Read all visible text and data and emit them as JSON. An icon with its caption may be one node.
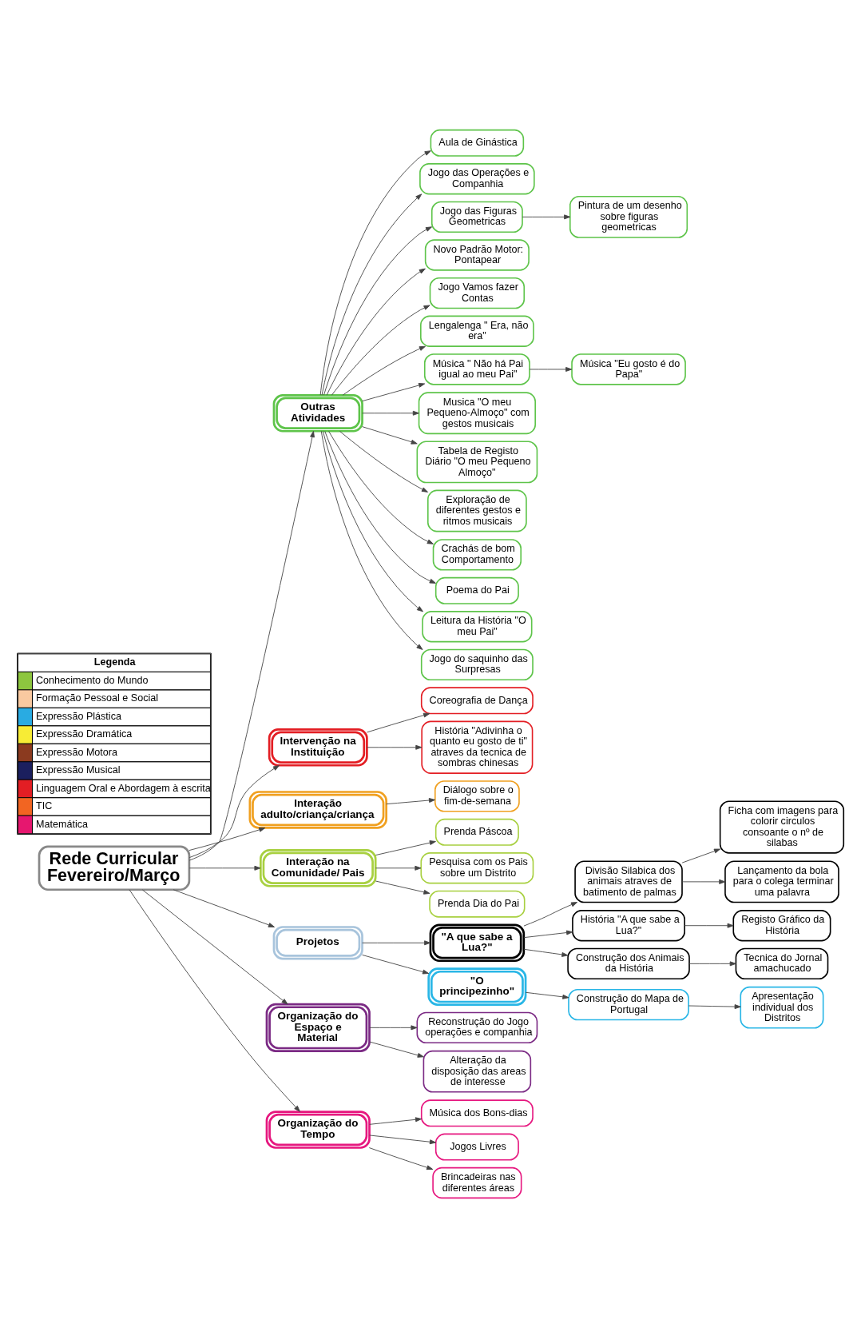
{
  "diagram": {
    "nodes": [
      {
        "text": [
          "Rede Curricular Fevereiro/Março"
        ]
      },
      {
        "text": [
          "Outras Atividades"
        ]
      },
      {
        "text": [
          "Aula de Ginástica"
        ]
      },
      {
        "text": [
          "Jogo das Operações e Companhia"
        ]
      },
      {
        "text": [
          "Jogo das Figuras Geometricas"
        ]
      },
      {
        "text": [
          "Pintura de um desenho sobre figuras geometricas"
        ]
      },
      {
        "text": [
          "Novo Padrão Motor: Pontapear"
        ]
      },
      {
        "text": [
          "Jogo Vamos fazer Contas"
        ]
      },
      {
        "text": [
          "Lengalenga \" Era, não era\""
        ]
      },
      {
        "text": [
          "Música \" Não há Pai igual ao meu Pai\""
        ]
      },
      {
        "text": [
          "Música \"Eu gosto é do Papa\""
        ]
      },
      {
        "text": [
          "Musica \"O meu Pequeno-Almoço\" com gestos musicais"
        ]
      },
      {
        "text": [
          "Tabela de Registo Diário \"O meu Pequeno Almoço\""
        ]
      },
      {
        "text": [
          "Exploração de diferentes gestos e ritmos musicais"
        ]
      },
      {
        "text": [
          "Crachás de bom Comportamento"
        ]
      },
      {
        "text": [
          "Poema do Pai"
        ]
      },
      {
        "text": [
          "Leitura da História \"O meu Pai\""
        ]
      },
      {
        "text": [
          "Jogo do saquinho das Surpresas"
        ]
      },
      {
        "text": [
          "Intervenção na Instituição"
        ]
      },
      {
        "text": [
          "Coreografia de Dança"
        ]
      },
      {
        "text": [
          "História \"Adivinha o quanto eu gosto de ti\" atraves da tecnica de sombras chinesas"
        ]
      },
      {
        "text": [
          "Interação adulto/criança/criança"
        ]
      },
      {
        "text": [
          "Diálogo sobre o fim-de-semana"
        ]
      },
      {
        "text": [
          "Interação na Comunidade/ Pais"
        ]
      },
      {
        "text": [
          "Prenda Páscoa"
        ]
      },
      {
        "text": [
          "Pesquisa com os Pais sobre um Distrito"
        ]
      },
      {
        "text": [
          "Prenda Dia do Pai"
        ]
      },
      {
        "text": [
          "Projetos"
        ]
      },
      {
        "text": [
          "\"A que sabe a Lua?\""
        ]
      },
      {
        "text": [
          "Divisão Silabica dos animais atraves de batimento de palmas"
        ]
      },
      {
        "text": [
          "Ficha com imagens para colorir circulos consoante o nº de silabas"
        ]
      },
      {
        "text": [
          "Lançamento da bola para o colega terminar uma palavra"
        ]
      },
      {
        "text": [
          "História \"A que sabe a Lua?\""
        ]
      },
      {
        "text": [
          "Registo Gráfico da História"
        ]
      },
      {
        "text": [
          "Construção dos Animais da História"
        ]
      },
      {
        "text": [
          "Tecnica do Jornal amachucado"
        ]
      },
      {
        "text": [
          "\"O principezinho\""
        ]
      },
      {
        "text": [
          "Construção do Mapa de Portugal"
        ]
      },
      {
        "text": [
          "Apresentação individual dos Distritos"
        ]
      },
      {
        "text": [
          "Organização do Espaço e Material"
        ]
      },
      {
        "text": [
          "Reconstrução do Jogo operações e companhia"
        ]
      },
      {
        "text": [
          "Alteração da disposição das areas de interesse"
        ]
      },
      {
        "text": [
          "Organização do Tempo"
        ]
      },
      {
        "text": [
          "Música dos Bons-dias"
        ]
      },
      {
        "text": [
          "Jogos Livres"
        ]
      },
      {
        "text": [
          "Brincadeiras nas diferentes áreas"
        ]
      }
    ],
    "edges": [
      {
        "from": 0,
        "to": 1,
        "arrow": "to"
      },
      {
        "from": 1,
        "to": 2,
        "arrow": "to"
      },
      {
        "from": 1,
        "to": 3,
        "arrow": "to"
      },
      {
        "from": 1,
        "to": 4,
        "arrow": "to"
      },
      {
        "from": 4,
        "to": 5,
        "arrow": "to"
      },
      {
        "from": 1,
        "to": 6,
        "arrow": "to"
      },
      {
        "from": 1,
        "to": 7,
        "arrow": "to"
      },
      {
        "from": 1,
        "to": 8,
        "arrow": "to"
      },
      {
        "from": 1,
        "to": 9,
        "arrow": "to"
      },
      {
        "from": 9,
        "to": 10,
        "arrow": "to"
      },
      {
        "from": 1,
        "to": 11,
        "arrow": "to"
      },
      {
        "from": 1,
        "to": 12,
        "arrow": "to"
      },
      {
        "from": 1,
        "to": 13,
        "arrow": "to"
      },
      {
        "from": 1,
        "to": 14,
        "arrow": "to"
      },
      {
        "from": 1,
        "to": 15,
        "arrow": "to"
      },
      {
        "from": 1,
        "to": 16,
        "arrow": "to"
      },
      {
        "from": 1,
        "to": 17,
        "arrow": "to"
      },
      {
        "from": 0,
        "to": 18,
        "arrow": "to"
      },
      {
        "from": 18,
        "to": 19,
        "arrow": "to"
      },
      {
        "from": 18,
        "to": 20,
        "arrow": "to"
      },
      {
        "from": 0,
        "to": 21,
        "arrow": "to"
      },
      {
        "from": 21,
        "to": 22,
        "arrow": "to"
      },
      {
        "from": 0,
        "to": 23,
        "arrow": "to"
      },
      {
        "from": 23,
        "to": 24,
        "arrow": "to"
      },
      {
        "from": 23,
        "to": 25,
        "arrow": "to"
      },
      {
        "from": 23,
        "to": 26,
        "arrow": "to"
      },
      {
        "from": 0,
        "to": 27,
        "arrow": "to"
      },
      {
        "from": 27,
        "to": 28,
        "arrow": "to"
      },
      {
        "from": 28,
        "to": 29,
        "arrow": "to"
      },
      {
        "from": 29,
        "to": 30,
        "arrow": "to"
      },
      {
        "from": 29,
        "to": 31,
        "arrow": "to"
      },
      {
        "from": 28,
        "to": 32,
        "arrow": "to"
      },
      {
        "from": 32,
        "to": 33,
        "arrow": "to"
      },
      {
        "from": 28,
        "to": 34,
        "arrow": "to"
      },
      {
        "from": 34,
        "to": 35,
        "arrow": "to"
      },
      {
        "from": 27,
        "to": 36,
        "arrow": "to"
      },
      {
        "from": 36,
        "to": 37,
        "arrow": "to"
      },
      {
        "from": 37,
        "to": 38,
        "arrow": "to"
      },
      {
        "from": 0,
        "to": 39,
        "arrow": "to"
      },
      {
        "from": 39,
        "to": 40,
        "arrow": "to"
      },
      {
        "from": 39,
        "to": 41,
        "arrow": "to"
      },
      {
        "from": 0,
        "to": 42,
        "arrow": "to"
      },
      {
        "from": 42,
        "to": 43,
        "arrow": "to"
      },
      {
        "from": 42,
        "to": 44,
        "arrow": "to"
      },
      {
        "from": 42,
        "to": 45,
        "arrow": "to"
      }
    ],
    "labels": [
      "Legenda"
    ],
    "legend": [
      {
        "text": "Conhecimento do Mundo",
        "color": "#8dc63f"
      },
      {
        "text": "Formação Pessoal e Social",
        "color": "#f9c9a0"
      },
      {
        "text": "Expressão Plástica",
        "color": "#29abe2"
      },
      {
        "text": "Expressão Dramática",
        "color": "#f7ec35"
      },
      {
        "text": "Expressão Motora",
        "color": "#8b3a1f"
      },
      {
        "text": "Expressão Musical",
        "color": "#1b1f5e"
      },
      {
        "text": "Linguagem Oral e Abordagem à escrita",
        "color": "#e31e24"
      },
      {
        "text": "TIC",
        "color": "#f26522"
      },
      {
        "text": "Matemática",
        "color": "#e6176f"
      }
    ]
  }
}
